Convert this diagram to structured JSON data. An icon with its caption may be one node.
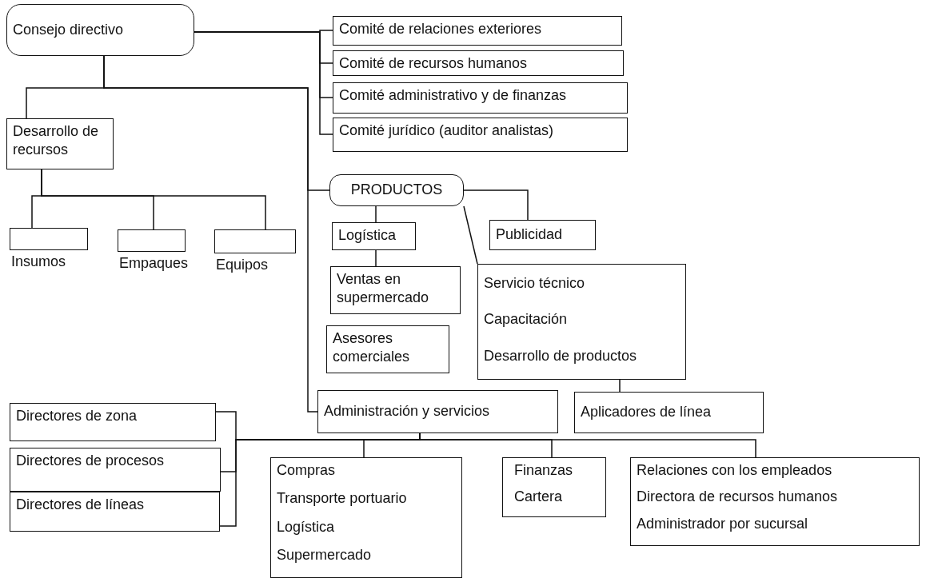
{
  "diagram": {
    "nodes": [
      {
        "text": [
          "Consejo directivo"
        ]
      },
      {
        "text": [
          "Comité de relaciones exteriores"
        ]
      },
      {
        "text": [
          "Comité de recursos humanos"
        ]
      },
      {
        "text": [
          "Comité administrativo y de finanzas"
        ]
      },
      {
        "text": [
          "Comité jurídico (auditor analistas)"
        ]
      },
      {
        "text": [
          "Desarrollo de recursos"
        ]
      },
      {
        "text": [],
        "shape": "box",
        "beside": [
          "Insumos"
        ]
      },
      {
        "text": [],
        "shape": "box",
        "beside": [
          "Empaques"
        ]
      },
      {
        "text": [],
        "shape": "box",
        "beside": [
          "Equipos"
        ]
      },
      {
        "text": [
          "PRODUCTOS"
        ]
      },
      {
        "text": [
          "Logística"
        ]
      },
      {
        "text": [
          "Publicidad"
        ]
      },
      {
        "text": [
          "Ventas en supermercado"
        ]
      },
      {
        "text": [
          "Servicio técnico",
          "Capacitación",
          "Desarrollo de productos"
        ]
      },
      {
        "text": [
          "Asesores comerciales"
        ]
      },
      {
        "text": [
          "Administración y servicios"
        ]
      },
      {
        "text": [
          "Aplicadores de línea"
        ]
      },
      {
        "text": [
          "Directores de zona"
        ]
      },
      {
        "text": [
          "Directores de procesos"
        ]
      },
      {
        "text": [
          "Directores de líneas"
        ]
      },
      {
        "text": [
          "Compras",
          "Transporte portuario",
          "Logística",
          "Supermercado"
        ]
      },
      {
        "text": [
          "Finanzas",
          "Cartera"
        ]
      },
      {
        "text": [
          "Relaciones con los empleados",
          "Directora de recursos humanos",
          "Administrador por sucursal"
        ]
      }
    ],
    "edges": [
      {
        "from": 0,
        "to": 1,
        "arrow": "none"
      },
      {
        "from": 0,
        "to": 2,
        "arrow": "none"
      },
      {
        "from": 0,
        "to": 3,
        "arrow": "none"
      },
      {
        "from": 0,
        "to": 4,
        "arrow": "none"
      },
      {
        "from": 0,
        "to": 5,
        "arrow": "none"
      },
      {
        "from": 0,
        "to": 9,
        "arrow": "none"
      },
      {
        "from": 0,
        "to": 15,
        "arrow": "none"
      },
      {
        "from": 5,
        "to": 6,
        "arrow": "none"
      },
      {
        "from": 5,
        "to": 7,
        "arrow": "none"
      },
      {
        "from": 5,
        "to": 8,
        "arrow": "none"
      },
      {
        "from": 9,
        "to": 10,
        "arrow": "none"
      },
      {
        "from": 9,
        "to": 11,
        "arrow": "none"
      },
      {
        "from": 9,
        "to": 13,
        "arrow": "none"
      },
      {
        "from": 10,
        "to": 12,
        "arrow": "none"
      },
      {
        "from": 13,
        "to": 16,
        "arrow": "none"
      },
      {
        "from": 15,
        "to": 20,
        "arrow": "none"
      },
      {
        "from": 15,
        "to": 21,
        "arrow": "none"
      },
      {
        "from": 15,
        "to": 22,
        "arrow": "none"
      },
      {
        "from": 15,
        "to": 17,
        "arrow": "none"
      },
      {
        "from": 15,
        "to": 18,
        "arrow": "none"
      },
      {
        "from": 15,
        "to": 19,
        "arrow": "none"
      }
    ]
  }
}
